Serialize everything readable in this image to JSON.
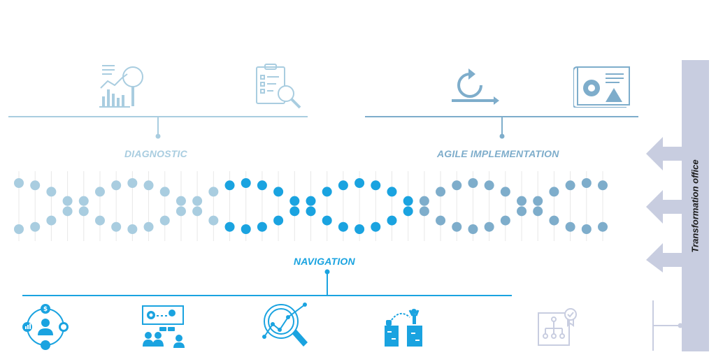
{
  "colors": {
    "diagnostic": "#a9cde0",
    "navigation": "#1aa3e0",
    "agile": "#7eadcb",
    "office_bar": "#c8cde0",
    "office_text": "#1a1a1a",
    "rung": "#e8e8e8"
  },
  "phases": {
    "diagnostic": {
      "label": "DIAGNOSTIC",
      "icons": [
        "analytics-report-icon",
        "checklist-search-icon"
      ]
    },
    "agile": {
      "label": "AGILE IMPLEMENTATION",
      "icons": [
        "agile-cycle-icon",
        "blueprint-settings-icon"
      ]
    },
    "navigation": {
      "label": "NAVIGATION",
      "icons": [
        "stakeholder-value-icon",
        "team-workshop-icon",
        "magnified-trend-icon",
        "bridge-gap-icon"
      ]
    }
  },
  "transformation_office": {
    "label": "Transformation office",
    "icon": "org-chart-certified-icon"
  }
}
